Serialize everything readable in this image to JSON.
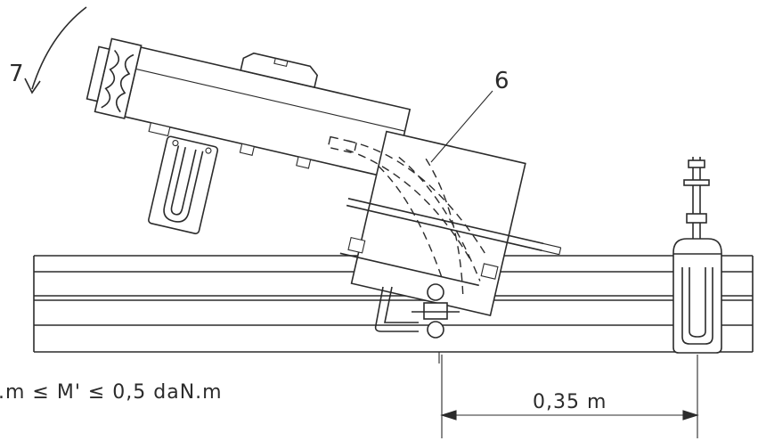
{
  "labels": {
    "callout_7": "7",
    "callout_6": "6",
    "moment_condition": ".m ≤ M' ≤ 0,5 daN.m",
    "distance": "0,35 m"
  }
}
